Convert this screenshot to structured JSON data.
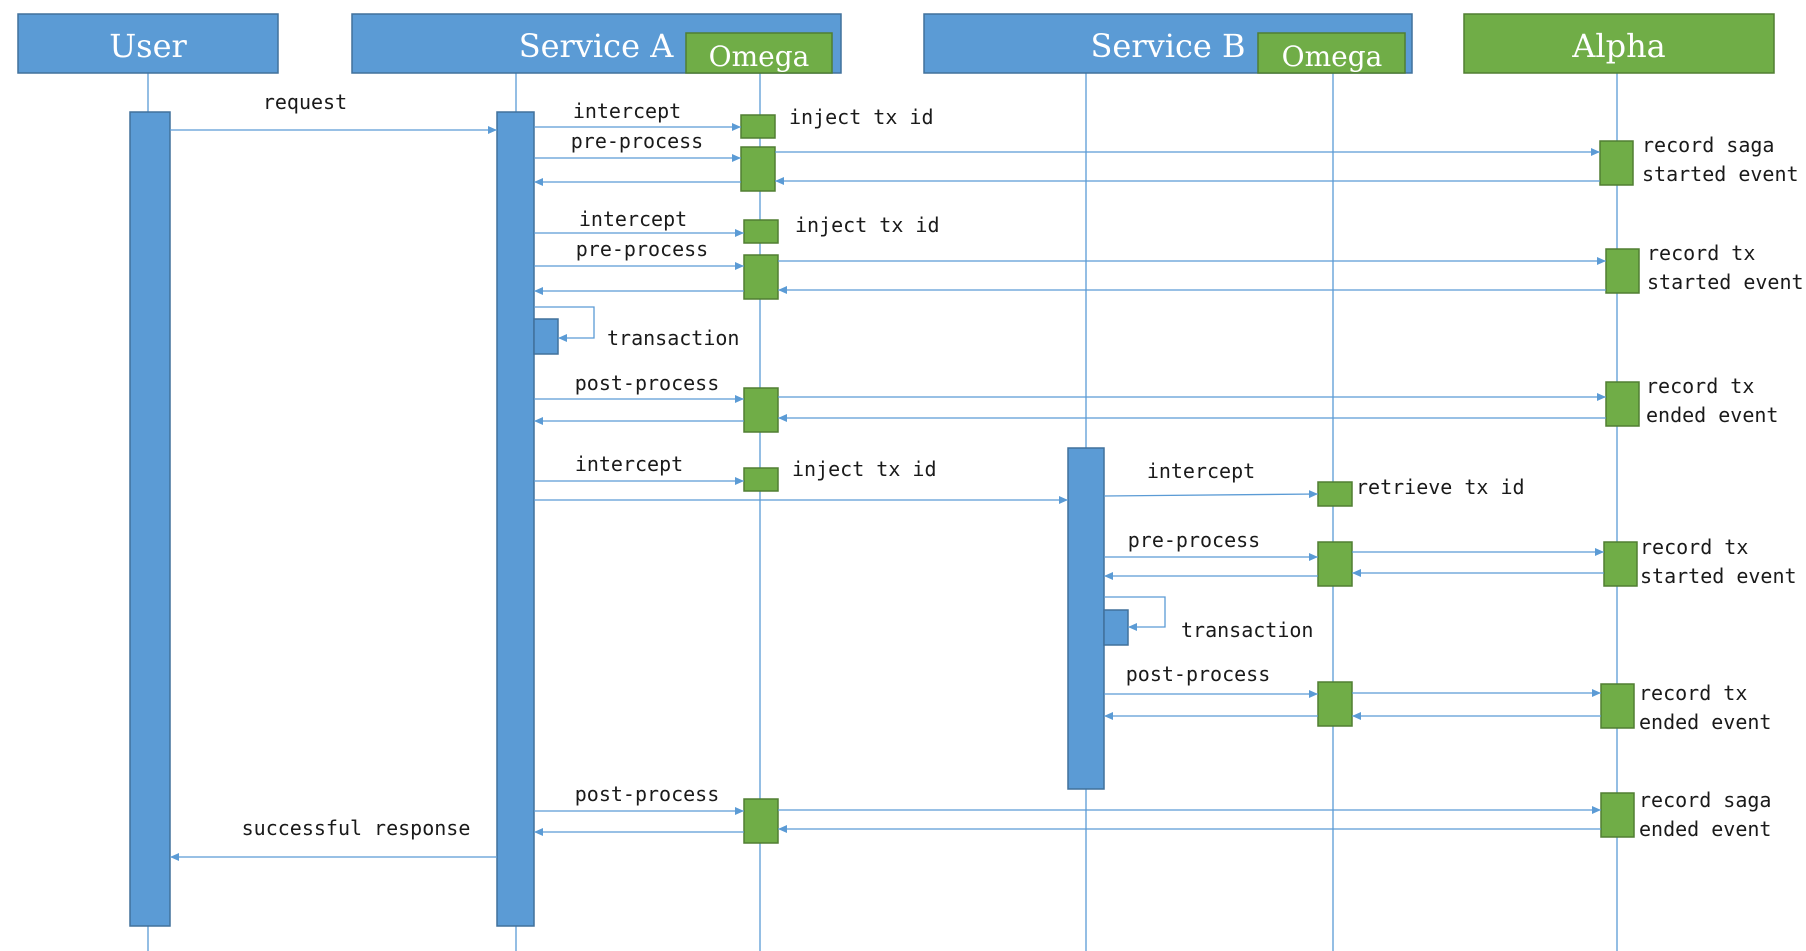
{
  "colors": {
    "blue": "#5b9bd5",
    "blue_border": "#41719c",
    "green": "#70ad47",
    "green_border": "#507e32",
    "line": "#5b9bd5"
  },
  "headers": {
    "user": "User",
    "service_a": "Service A",
    "omega_a": "Omega",
    "service_b": "Service B",
    "omega_b": "Omega",
    "alpha": "Alpha"
  },
  "messages": {
    "request": "request",
    "a_intercept_1": "intercept",
    "a_preprocess_1": "pre-process",
    "a_intercept_2": "intercept",
    "a_preprocess_2": "pre-process",
    "a_transaction": "transaction",
    "a_postprocess_1": "post-process",
    "a_intercept_3": "intercept",
    "b_intercept": "intercept",
    "b_preprocess": "pre-process",
    "b_transaction": "transaction",
    "b_postprocess": "post-process",
    "a_postprocess_2": "post-process",
    "successful_response": "successful response"
  },
  "notes": {
    "inject_1": "inject tx id",
    "inject_2": "inject tx id",
    "inject_3": "inject tx id",
    "retrieve": "retrieve tx id",
    "saga_started_1": "record saga",
    "saga_started_2": "started event",
    "tx_started_a_1": "record tx",
    "tx_started_a_2": "started event",
    "tx_ended_a_1": "record tx",
    "tx_ended_a_2": "ended event",
    "tx_started_b_1": "record tx",
    "tx_started_b_2": "started event",
    "tx_ended_b_1": "record tx",
    "tx_ended_b_2": "ended event",
    "saga_ended_1": "record saga",
    "saga_ended_2": "ended event"
  }
}
